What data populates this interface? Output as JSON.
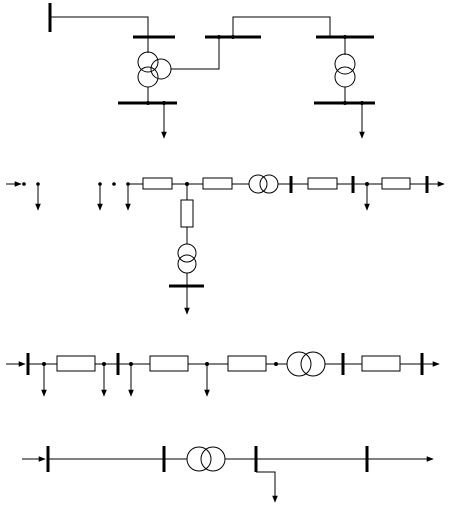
{
  "diagram": {
    "kind": "power-system single-line diagrams",
    "panels": [
      {
        "id": "three-winding-network",
        "elements": [
          "generator-bus",
          "three-winding-transformer",
          "two-winding-transformer",
          "load-buses"
        ]
      },
      {
        "id": "radial-network-with-branch",
        "elements": [
          "source",
          "line-impedances",
          "transformers",
          "branch-to-bus",
          "loads"
        ]
      },
      {
        "id": "series-network",
        "elements": [
          "source",
          "line-impedances",
          "transformer",
          "loads"
        ]
      },
      {
        "id": "simple-transmission",
        "elements": [
          "source-bus",
          "transformer",
          "receiving-bus",
          "load"
        ]
      }
    ],
    "colors": {
      "stroke": "#000000",
      "background": "#ffffff"
    }
  }
}
